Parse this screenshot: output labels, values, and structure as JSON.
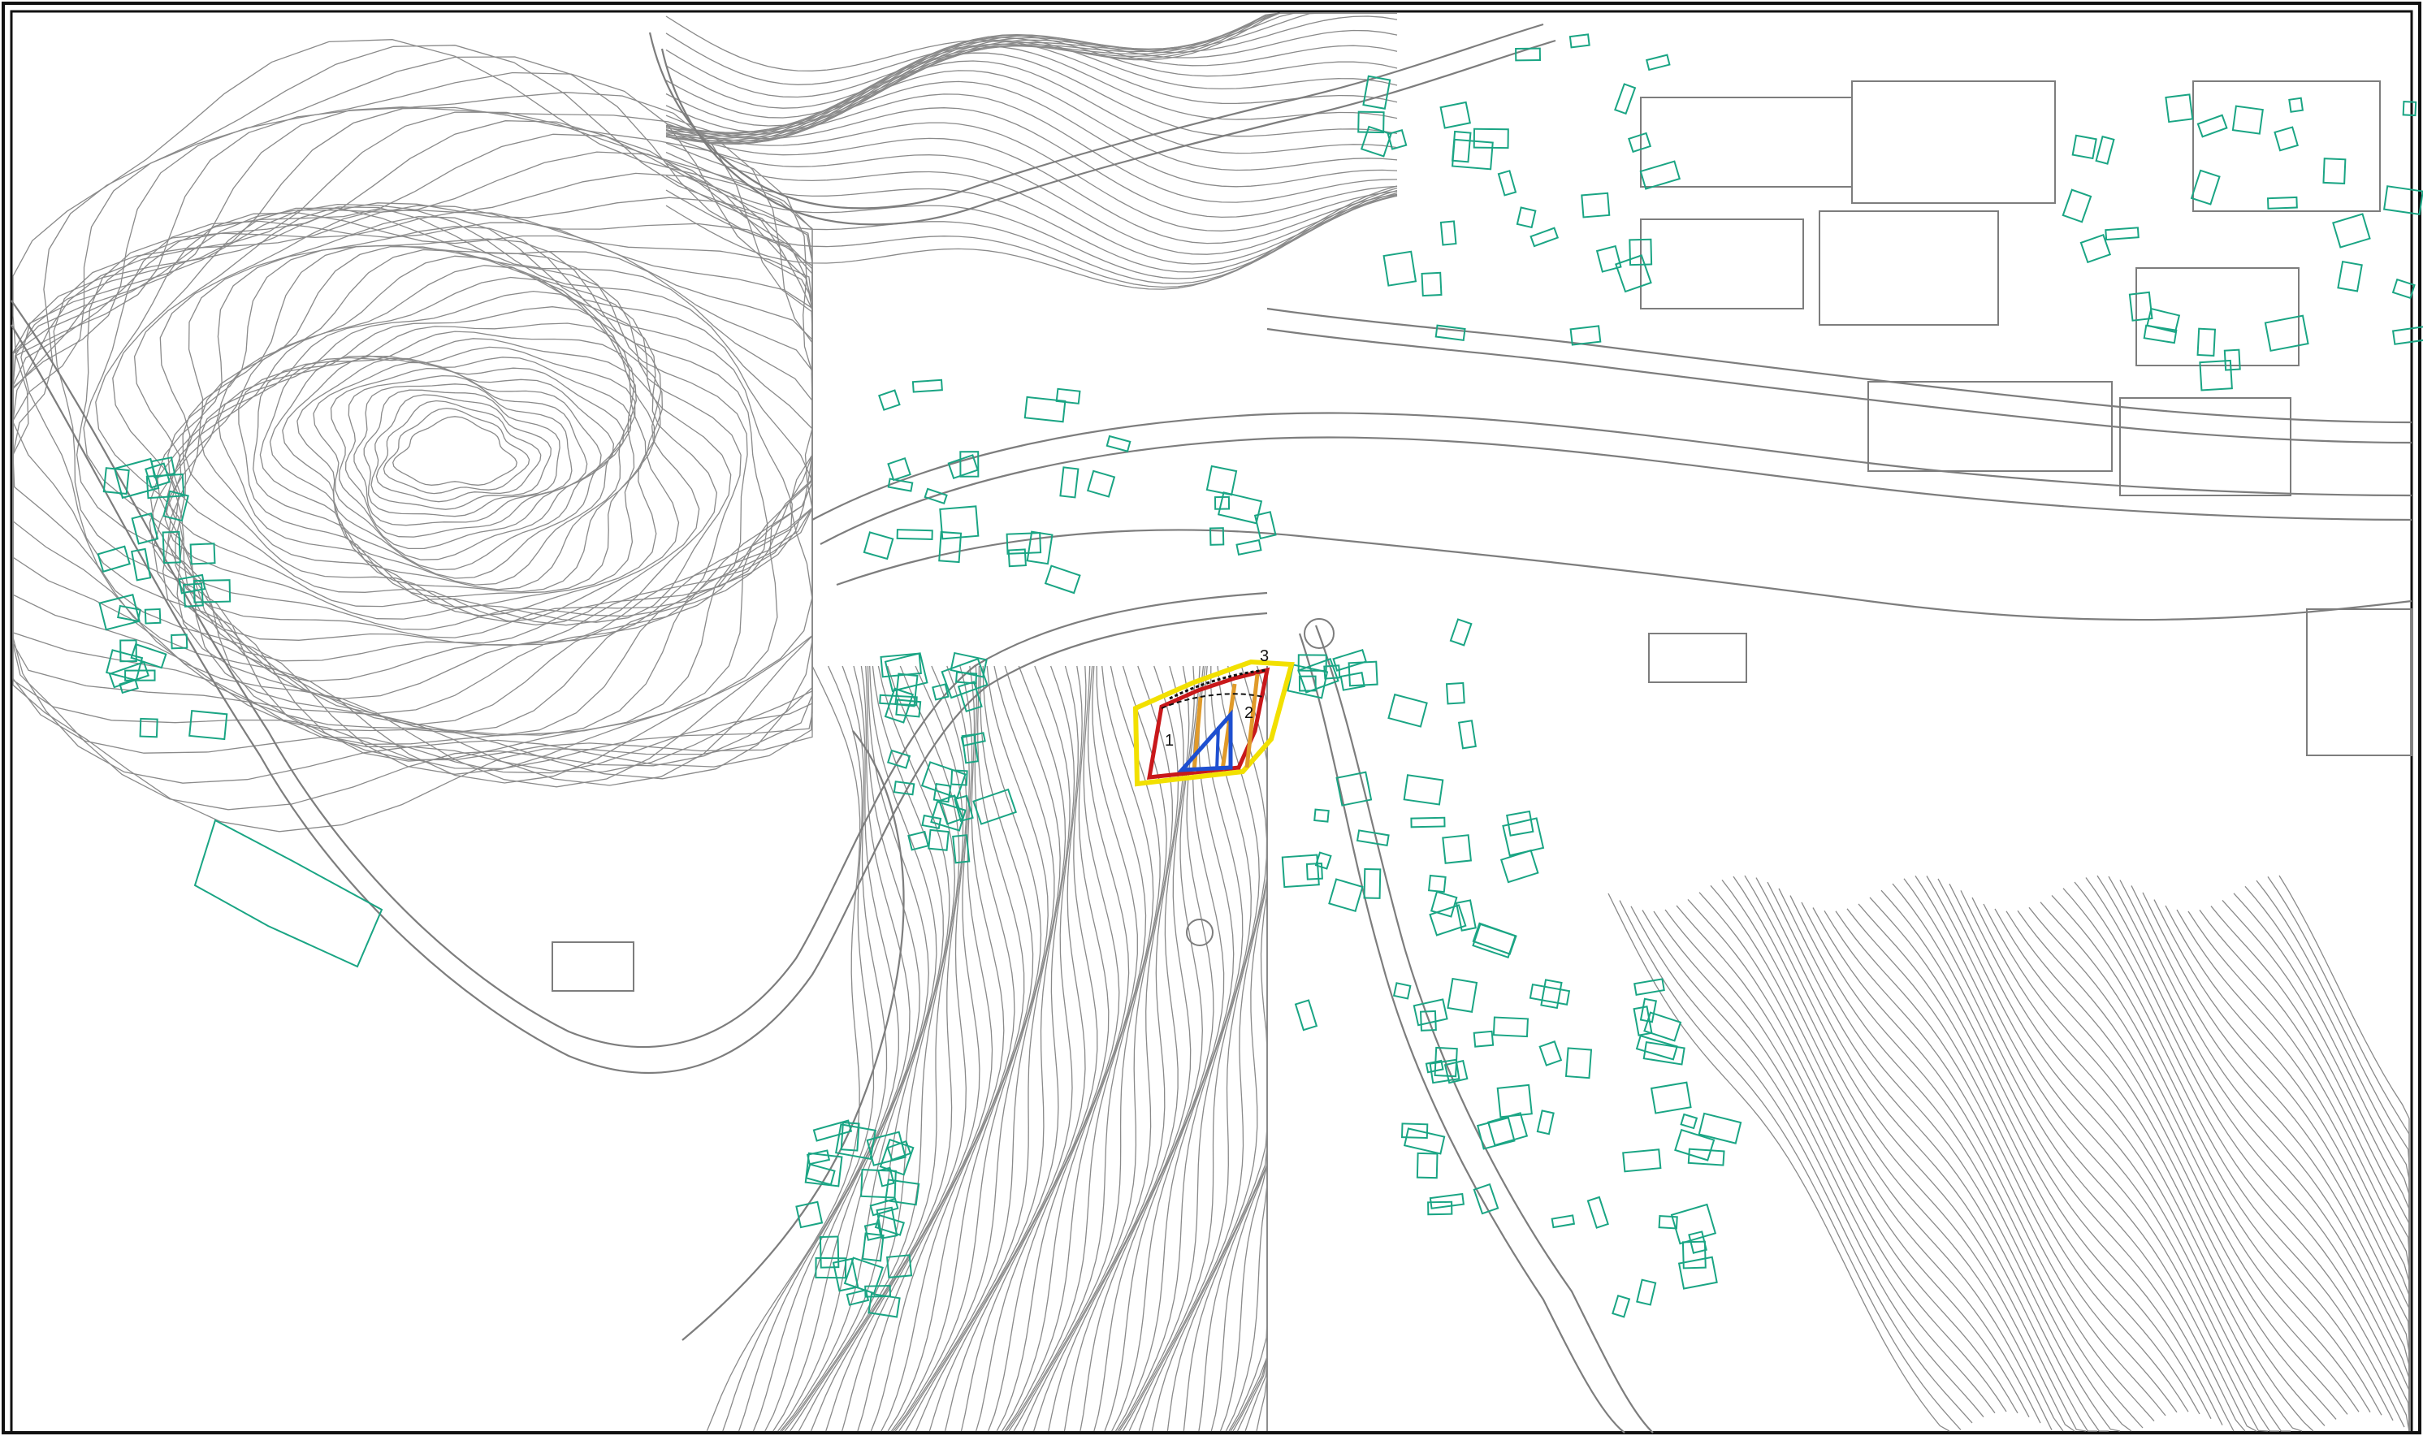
{
  "colors": {
    "background": "#ffffff",
    "frame": "#111111",
    "contour": "#7a7a7a",
    "road": "#8a8a8a",
    "building": "#1aa584",
    "parcel_boundary": "#f2e000",
    "zone_primary": "#c8181a",
    "zone_secondary": "#e09a2a",
    "zone_inner": "#1e4fd0"
  },
  "icons": {
    "map": "topographic-plan"
  },
  "site_labels": {
    "point_1": "1",
    "point_2": "2",
    "point_3": "3"
  }
}
